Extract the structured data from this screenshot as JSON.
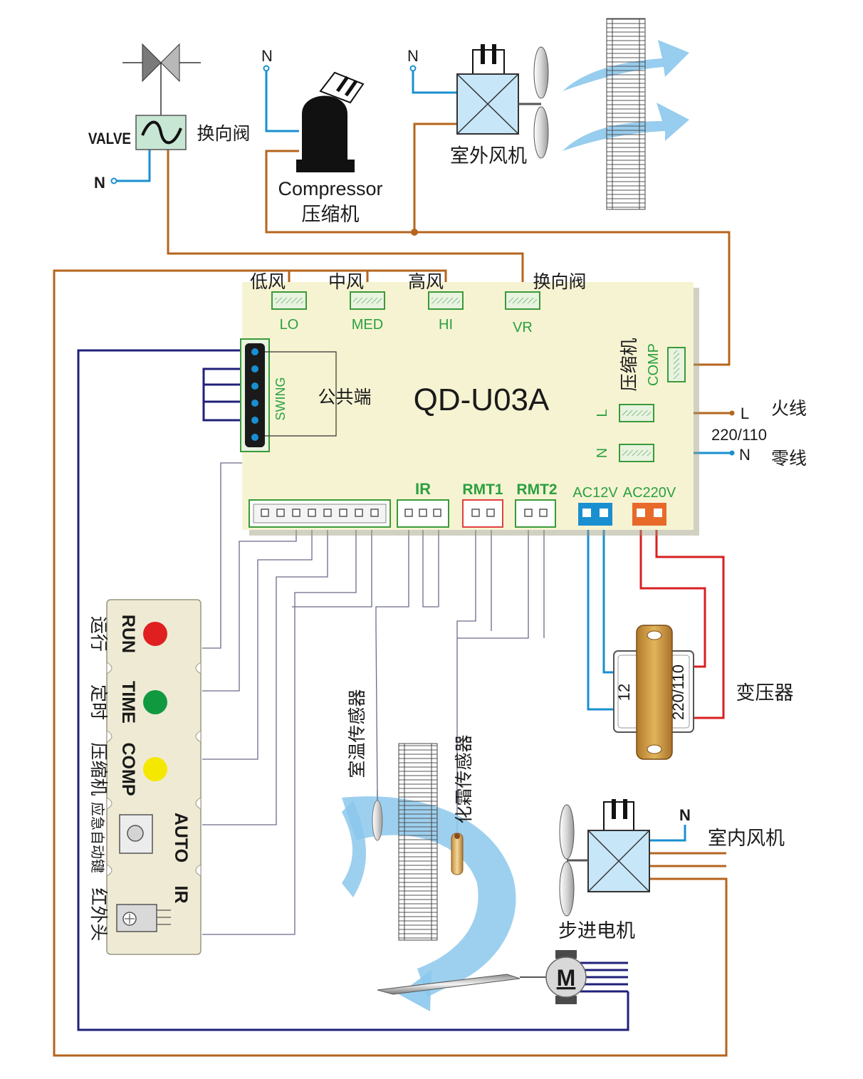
{
  "board": {
    "model": "QD-U03A",
    "connectors": {
      "lo": {
        "code": "LO",
        "cn": "低风"
      },
      "med": {
        "code": "MED",
        "cn": "中风"
      },
      "hi": {
        "code": "HI",
        "cn": "高风"
      },
      "vr": {
        "code": "VR",
        "cn": "换向阀"
      },
      "comp": {
        "code": "COMP",
        "cn": "压缩机"
      },
      "l": "L",
      "n": "N",
      "swing": "SWING",
      "common": "公共端",
      "ir": "IR",
      "rmt1": "RMT1",
      "rmt2": "RMT2",
      "ac12": "AC12V",
      "ac220": "AC220V"
    }
  },
  "valve": {
    "label": "VALVE",
    "cn": "换向阀",
    "neutral": "N"
  },
  "compressor": {
    "en": "Compressor",
    "cn": "压缩机",
    "neutral": "N"
  },
  "outdoor_fan": {
    "cn": "室外风机",
    "neutral": "N"
  },
  "power": {
    "live_code": "L",
    "live_cn": "火线",
    "voltage": "220/110",
    "neutral_code": "N",
    "neutral_cn": "零线"
  },
  "transformer": {
    "cn": "变压器",
    "low": "12",
    "high": "220/110"
  },
  "indicators": [
    {
      "code": "RUN",
      "cn": "运行",
      "color": "#e02020"
    },
    {
      "code": "TIME",
      "cn": "定时",
      "color": "#119940"
    },
    {
      "code": "COMP",
      "cn": "压缩机",
      "color": "#f5e800"
    },
    {
      "code": "AUTO",
      "cn": "应急自动键"
    },
    {
      "code": "IR",
      "cn": "红外头"
    }
  ],
  "sensors": {
    "room_temp": "室温传感器",
    "defrost": "化霜传感器"
  },
  "indoor_fan": {
    "cn": "室内风机",
    "neutral": "N"
  },
  "stepper": {
    "cn": "步进电机",
    "symbol": "M"
  },
  "colors": {
    "brown": "#b5651d",
    "blue": "#1a8fd0",
    "navy": "#20207a",
    "red": "#d82020",
    "board": "#f6f3d2",
    "airflow": "#8cc8ec"
  }
}
